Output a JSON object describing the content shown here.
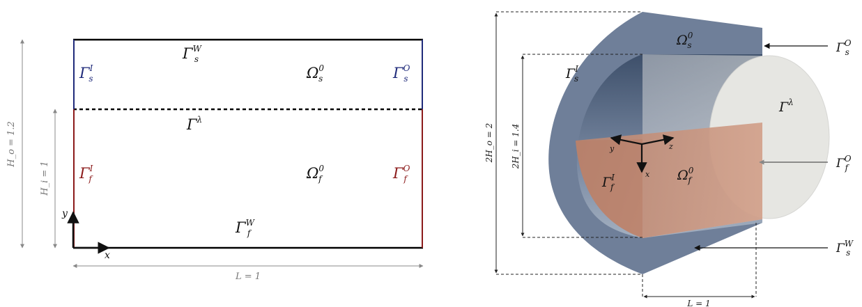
{
  "colors": {
    "solid_blue": "#1f2a7a",
    "fluid_red": "#8b1a1a",
    "black": "#000000",
    "gray": "#888888",
    "shell": "#6f7f99",
    "fluid_core": "#c7937a",
    "interface_face": "#e4e4e0"
  },
  "left_figure": {
    "labels": {
      "gamma_s_w": {
        "base": "Γ",
        "sub": "s",
        "sup": "W"
      },
      "gamma_s_i": {
        "base": "Γ",
        "sub": "s",
        "sup": "I"
      },
      "omega_s_0": {
        "base": "Ω",
        "sub": "s",
        "sup": "0"
      },
      "gamma_s_o": {
        "base": "Γ",
        "sub": "s",
        "sup": "O"
      },
      "gamma_lambda": {
        "base": "Γ",
        "sub": "",
        "sup": "λ"
      },
      "gamma_f_i": {
        "base": "Γ",
        "sub": "f",
        "sup": "I"
      },
      "omega_f_0": {
        "base": "Ω",
        "sub": "f",
        "sup": "0"
      },
      "gamma_f_o": {
        "base": "Γ",
        "sub": "f",
        "sup": "O"
      },
      "gamma_f_w": {
        "base": "Γ",
        "sub": "f",
        "sup": "W"
      }
    },
    "axes": {
      "x": "x",
      "y": "y"
    },
    "dims": {
      "Ho": "H_o = 1.2",
      "Hi": "H_i = 1",
      "L": "L = 1"
    }
  },
  "right_figure": {
    "labels": {
      "omega_s_0": {
        "base": "Ω",
        "sub": "s",
        "sup": "0"
      },
      "gamma_s_i": {
        "base": "Γ",
        "sub": "s",
        "sup": "I"
      },
      "gamma_lambda": {
        "base": "Γ",
        "sub": "",
        "sup": "λ"
      },
      "gamma_f_i": {
        "base": "Γ",
        "sub": "f",
        "sup": "I"
      },
      "omega_f_0": {
        "base": "Ω",
        "sub": "f",
        "sup": "0"
      },
      "gamma_s_o": {
        "base": "Γ",
        "sub": "s",
        "sup": "O"
      },
      "gamma_f_o": {
        "base": "Γ",
        "sub": "f",
        "sup": "O"
      },
      "gamma_s_w": {
        "base": "Γ",
        "sub": "s",
        "sup": "W"
      }
    },
    "axes": {
      "x": "x",
      "y": "y",
      "z": "z"
    },
    "dims": {
      "twoHo": "2H_o = 2",
      "twoHi": "2H_i = 1.4",
      "L": "L = 1"
    }
  }
}
